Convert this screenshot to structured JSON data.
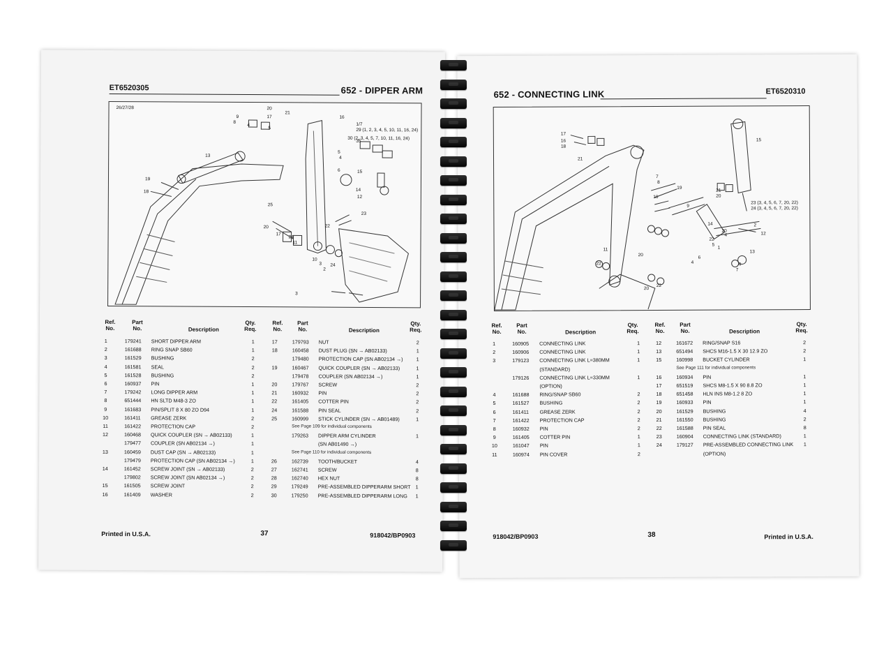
{
  "left_page": {
    "code": "ET6520305",
    "section": "652 - DIPPER ARM",
    "footer_left": "Printed in U.S.A.",
    "page_number": "37",
    "footer_right": "918042/BP0903",
    "headers": {
      "ref": "Ref.\nNo.",
      "part": "Part\nNo.",
      "desc": "Description",
      "qty": "Qty.\nReq."
    },
    "col1": [
      {
        "ref": "1",
        "part": "179241",
        "desc": "SHORT DIPPER ARM",
        "qty": "1"
      },
      {
        "ref": "2",
        "part": "161688",
        "desc": "RING SNAP SB60",
        "qty": "1"
      },
      {
        "ref": "3",
        "part": "161529",
        "desc": "BUSHING",
        "qty": "2"
      },
      {
        "ref": "4",
        "part": "161581",
        "desc": "SEAL",
        "qty": "2"
      },
      {
        "ref": "5",
        "part": "161528",
        "desc": "BUSHING",
        "qty": "2"
      },
      {
        "ref": "6",
        "part": "160937",
        "desc": "PIN",
        "qty": "1"
      },
      {
        "ref": "7",
        "part": "179242",
        "desc": "LONG DIPPER ARM",
        "qty": "1"
      },
      {
        "ref": "8",
        "part": "651444",
        "desc": "HN SLTD M48-3 ZO",
        "qty": "1"
      },
      {
        "ref": "9",
        "part": "161683",
        "desc": "PIN/SPLIT 8 X 80 ZO D94",
        "qty": "1"
      },
      {
        "ref": "10",
        "part": "161411",
        "desc": "GREASE ZERK",
        "qty": "2"
      },
      {
        "ref": "11",
        "part": "161422",
        "desc": "PROTECTION CAP",
        "qty": "2"
      },
      {
        "ref": "12",
        "part": "160468",
        "desc": "QUICK COUPLER (SN → AB02133)",
        "qty": "1"
      },
      {
        "ref": "",
        "part": "179477",
        "desc": "COUPLER (SN AB02134 →)",
        "qty": "1"
      },
      {
        "ref": "13",
        "part": "160459",
        "desc": "DUST CAP (SN → AB02133)",
        "qty": "1"
      },
      {
        "ref": "",
        "part": "179479",
        "desc": "PROTECTION CAP (SN AB02134 →)",
        "qty": "1"
      },
      {
        "ref": "14",
        "part": "161452",
        "desc": "SCREW JOINT (SN → AB02133)",
        "qty": "2"
      },
      {
        "ref": "",
        "part": "179802",
        "desc": "SCREW JOINT (SN AB02134 →)",
        "qty": "2"
      },
      {
        "ref": "15",
        "part": "161505",
        "desc": "SCREW JOINT",
        "qty": "2"
      },
      {
        "ref": "16",
        "part": "161409",
        "desc": "WASHER",
        "qty": "2"
      }
    ],
    "col2": [
      {
        "ref": "17",
        "part": "179793",
        "desc": "NUT",
        "qty": "2"
      },
      {
        "ref": "18",
        "part": "160458",
        "desc": "DUST PLUG (SN → AB02133)",
        "qty": "1"
      },
      {
        "ref": "",
        "part": "179480",
        "desc": "PROTECTION CAP (SN AB02134 →)",
        "qty": "1"
      },
      {
        "ref": "19",
        "part": "160467",
        "desc": "QUICK COUPLER (SN → AB02133)",
        "qty": "1"
      },
      {
        "ref": "",
        "part": "179478",
        "desc": "COUPLER (SN AB02134 →)",
        "qty": "1"
      },
      {
        "ref": "20",
        "part": "179767",
        "desc": "SCREW",
        "qty": "2"
      },
      {
        "ref": "21",
        "part": "160932",
        "desc": "PIN",
        "qty": "2"
      },
      {
        "ref": "22",
        "part": "161405",
        "desc": "COTTER PIN",
        "qty": "2"
      },
      {
        "ref": "24",
        "part": "161588",
        "desc": "PIN SEAL",
        "qty": "2"
      },
      {
        "ref": "25",
        "part": "160999",
        "desc": "STICK CYLINDER (SN → AB01489)",
        "qty": "1"
      },
      {
        "note": "See Page 109 for individual components"
      },
      {
        "ref": "",
        "part": "179263",
        "desc": "DIPPER ARM CYLINDER",
        "qty": "1"
      },
      {
        "ref": "",
        "part": "",
        "desc": "(SN AB01490 →)",
        "qty": ""
      },
      {
        "note": "See Page 110 for individual components"
      },
      {
        "ref": "26",
        "part": "162739",
        "desc": "TOOTH/BUCKET",
        "qty": "4"
      },
      {
        "ref": "27",
        "part": "162741",
        "desc": "SCREW",
        "qty": "8"
      },
      {
        "ref": "28",
        "part": "162740",
        "desc": "HEX NUT",
        "qty": "8"
      },
      {
        "ref": "29",
        "part": "179249",
        "desc": "PRE-ASSEMBLED DIPPERARM SHORT",
        "qty": "1"
      },
      {
        "ref": "30",
        "part": "179250",
        "desc": "PRE-ASSEMBLED DIPPERARM LONG",
        "qty": "1"
      }
    ],
    "callouts": [
      "20",
      "21",
      "9",
      "8",
      "17",
      "4",
      "5",
      "16",
      "1/7",
      "29 (1, 2, 3, 4, 5, 10, 11, 16, 24)",
      "30 (2, 3, 4, 5, 7, 10, 11, 16, 24)",
      "35",
      "5",
      "4",
      "6",
      "15",
      "14",
      "12",
      "13",
      "19",
      "18",
      "25",
      "20",
      "17",
      "23",
      "22",
      "24",
      "11",
      "10",
      "3",
      "2",
      "24",
      "3",
      "26/27/28"
    ]
  },
  "right_page": {
    "code": "ET6520310",
    "section": "652 - CONNECTING LINK",
    "footer_left": "918042/BP0903",
    "page_number": "38",
    "footer_right": "Printed in U.S.A.",
    "headers": {
      "ref": "Ref.\nNo.",
      "part": "Part\nNo.",
      "desc": "Description",
      "qty": "Qty.\nReq."
    },
    "col1": [
      {
        "ref": "1",
        "part": "160905",
        "desc": "CONNECTING LINK",
        "qty": "1"
      },
      {
        "ref": "2",
        "part": "160906",
        "desc": "CONNECTING LINK",
        "qty": "1"
      },
      {
        "ref": "3",
        "part": "179123",
        "desc": "CONNECTING LINK L=380MM",
        "qty": "1"
      },
      {
        "ref": "",
        "part": "",
        "desc": "(STANDARD)",
        "qty": ""
      },
      {
        "ref": "",
        "part": "179126",
        "desc": "CONNECTING LINK L=330MM",
        "qty": "1"
      },
      {
        "ref": "",
        "part": "",
        "desc": "(OPTION)",
        "qty": ""
      },
      {
        "ref": "4",
        "part": "161688",
        "desc": "RING/SNAP SB60",
        "qty": "2"
      },
      {
        "ref": "5",
        "part": "161527",
        "desc": "BUSHING",
        "qty": "2"
      },
      {
        "ref": "6",
        "part": "161411",
        "desc": "GREASE ZERK",
        "qty": "2"
      },
      {
        "ref": "7",
        "part": "161422",
        "desc": "PROTECTION CAP",
        "qty": "2"
      },
      {
        "ref": "8",
        "part": "160932",
        "desc": "PIN",
        "qty": "2"
      },
      {
        "ref": "9",
        "part": "161405",
        "desc": "COTTER PIN",
        "qty": "1"
      },
      {
        "ref": "10",
        "part": "161047",
        "desc": "PIN",
        "qty": "1"
      },
      {
        "ref": "11",
        "part": "160974",
        "desc": "PIN COVER",
        "qty": "2"
      }
    ],
    "col2": [
      {
        "ref": "12",
        "part": "161672",
        "desc": "RING/SNAP S16",
        "qty": "2"
      },
      {
        "ref": "13",
        "part": "651494",
        "desc": "SHCS M16-1.5 X 30 12.9 ZO",
        "qty": "2"
      },
      {
        "ref": "15",
        "part": "160998",
        "desc": "BUCKET CYLINDER",
        "qty": "1"
      },
      {
        "note": "See Page 111 for individual components"
      },
      {
        "ref": "16",
        "part": "160934",
        "desc": "PIN",
        "qty": "1"
      },
      {
        "ref": "17",
        "part": "651519",
        "desc": "SHCS M8-1.5 X 90 8.8 ZO",
        "qty": "1"
      },
      {
        "ref": "18",
        "part": "651458",
        "desc": "HLN INS M8-1.2 8 ZO",
        "qty": "1"
      },
      {
        "ref": "19",
        "part": "160933",
        "desc": "PIN",
        "qty": "1"
      },
      {
        "ref": "20",
        "part": "161529",
        "desc": "BUSHING",
        "qty": "4"
      },
      {
        "ref": "21",
        "part": "161550",
        "desc": "BUSHING",
        "qty": "2"
      },
      {
        "ref": "22",
        "part": "161588",
        "desc": "PIN SEAL",
        "qty": "8"
      },
      {
        "ref": "23",
        "part": "160904",
        "desc": "CONNECTING LINK (STANDARD)",
        "qty": "1"
      },
      {
        "ref": "24",
        "part": "179127",
        "desc": "PRE-ASSEMBLED CONNECTING LINK",
        "qty": "1"
      },
      {
        "ref": "",
        "part": "",
        "desc": "(OPTION)",
        "qty": ""
      }
    ],
    "callouts": [
      "17",
      "16",
      "18",
      "21",
      "15",
      "7",
      "8",
      "19",
      "10",
      "9",
      "21",
      "20",
      "23 (3, 4, 5, 6, 7, 20, 22)",
      "24 (3, 4, 5, 6, 7, 20, 22)",
      "14",
      "22",
      "20",
      "4",
      "5",
      "1",
      "2",
      "12",
      "13",
      "11",
      "22",
      "20",
      "4",
      "6",
      "7",
      "4",
      "20",
      "22"
    ]
  }
}
